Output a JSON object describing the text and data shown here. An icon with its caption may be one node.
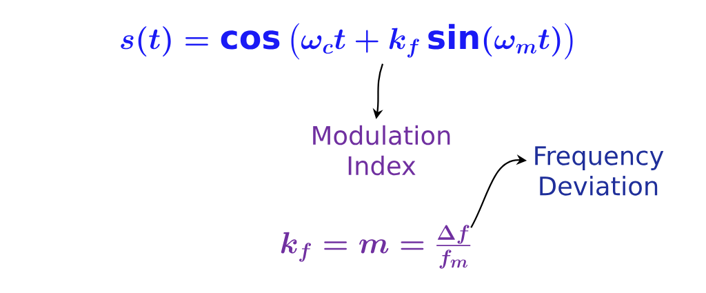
{
  "diagram": {
    "nodes": [
      {
        "text": [
          "s(t) = \\cos\\left(\\omega_c t + k_f \\sin(\\omega_m t)\\right)"
        ]
      },
      {
        "text": [
          "Modulation Index"
        ]
      },
      {
        "text": [
          "k_f = m = \\frac{\\Delta f}{f_m}"
        ]
      },
      {
        "text": [
          "Frequency Deviation"
        ]
      }
    ],
    "edges": [
      {
        "from": 0,
        "to": 1,
        "arrow": "to"
      },
      {
        "from": 2,
        "to": 3,
        "arrow": "to"
      }
    ]
  }
}
